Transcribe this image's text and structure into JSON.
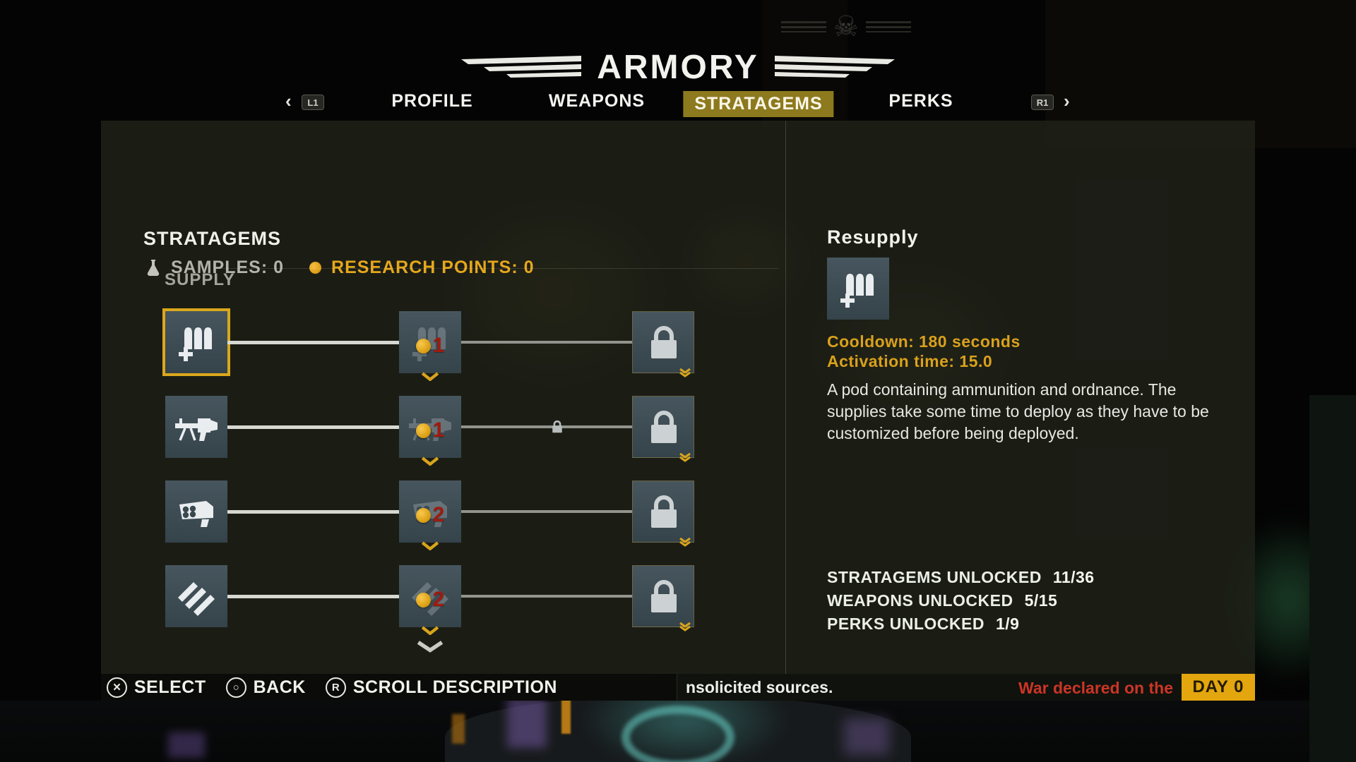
{
  "header": {
    "title": "ARMORY",
    "emblem_glyph": "☠",
    "prev_arrow": "‹",
    "next_arrow": "›",
    "left_shoulder": "L1",
    "right_shoulder": "R1",
    "tabs": [
      {
        "label": "PROFILE",
        "active": false
      },
      {
        "label": "WEAPONS",
        "active": false
      },
      {
        "label": "STRATAGEMS",
        "active": true
      },
      {
        "label": "PERKS",
        "active": false
      }
    ]
  },
  "resources": {
    "samples": "SAMPLES: 0",
    "research_points": "RESEARCH POINTS: 0"
  },
  "grid": {
    "title": "STRATAGEMS",
    "category": "SUPPLY",
    "rows": [
      {
        "icon": "resupply-icon",
        "upgrade_cost": "1",
        "locked": true,
        "link_locked": false
      },
      {
        "icon": "machine-gun-icon",
        "upgrade_cost": "1",
        "locked": true,
        "link_locked": true
      },
      {
        "icon": "grenade-launcher-icon",
        "upgrade_cost": "2",
        "locked": true,
        "link_locked": false
      },
      {
        "icon": "strafing-run-icon",
        "upgrade_cost": "2",
        "locked": true,
        "link_locked": false
      }
    ]
  },
  "detail": {
    "name": "Resupply",
    "icon": "resupply-icon",
    "cooldown": "Cooldown: 180 seconds",
    "activation": "Activation time: 15.0",
    "description": "A pod containing ammunition and ordnance. The supplies take some time to deploy as they have to be customized before being deployed.",
    "stats": [
      {
        "label": "STRATAGEMS UNLOCKED",
        "value": "11/36"
      },
      {
        "label": "WEAPONS UNLOCKED",
        "value": "5/15"
      },
      {
        "label": "PERKS UNLOCKED",
        "value": "1/9"
      }
    ]
  },
  "footer": {
    "hints": [
      {
        "glyph": "✕",
        "label": "SELECT"
      },
      {
        "glyph": "○",
        "label": "BACK"
      },
      {
        "glyph": "R",
        "label": "SCROLL DESCRIPTION"
      }
    ],
    "ticker": "nsolicited sources.",
    "war_text": "War declared on the",
    "day_badge": "DAY 0"
  }
}
